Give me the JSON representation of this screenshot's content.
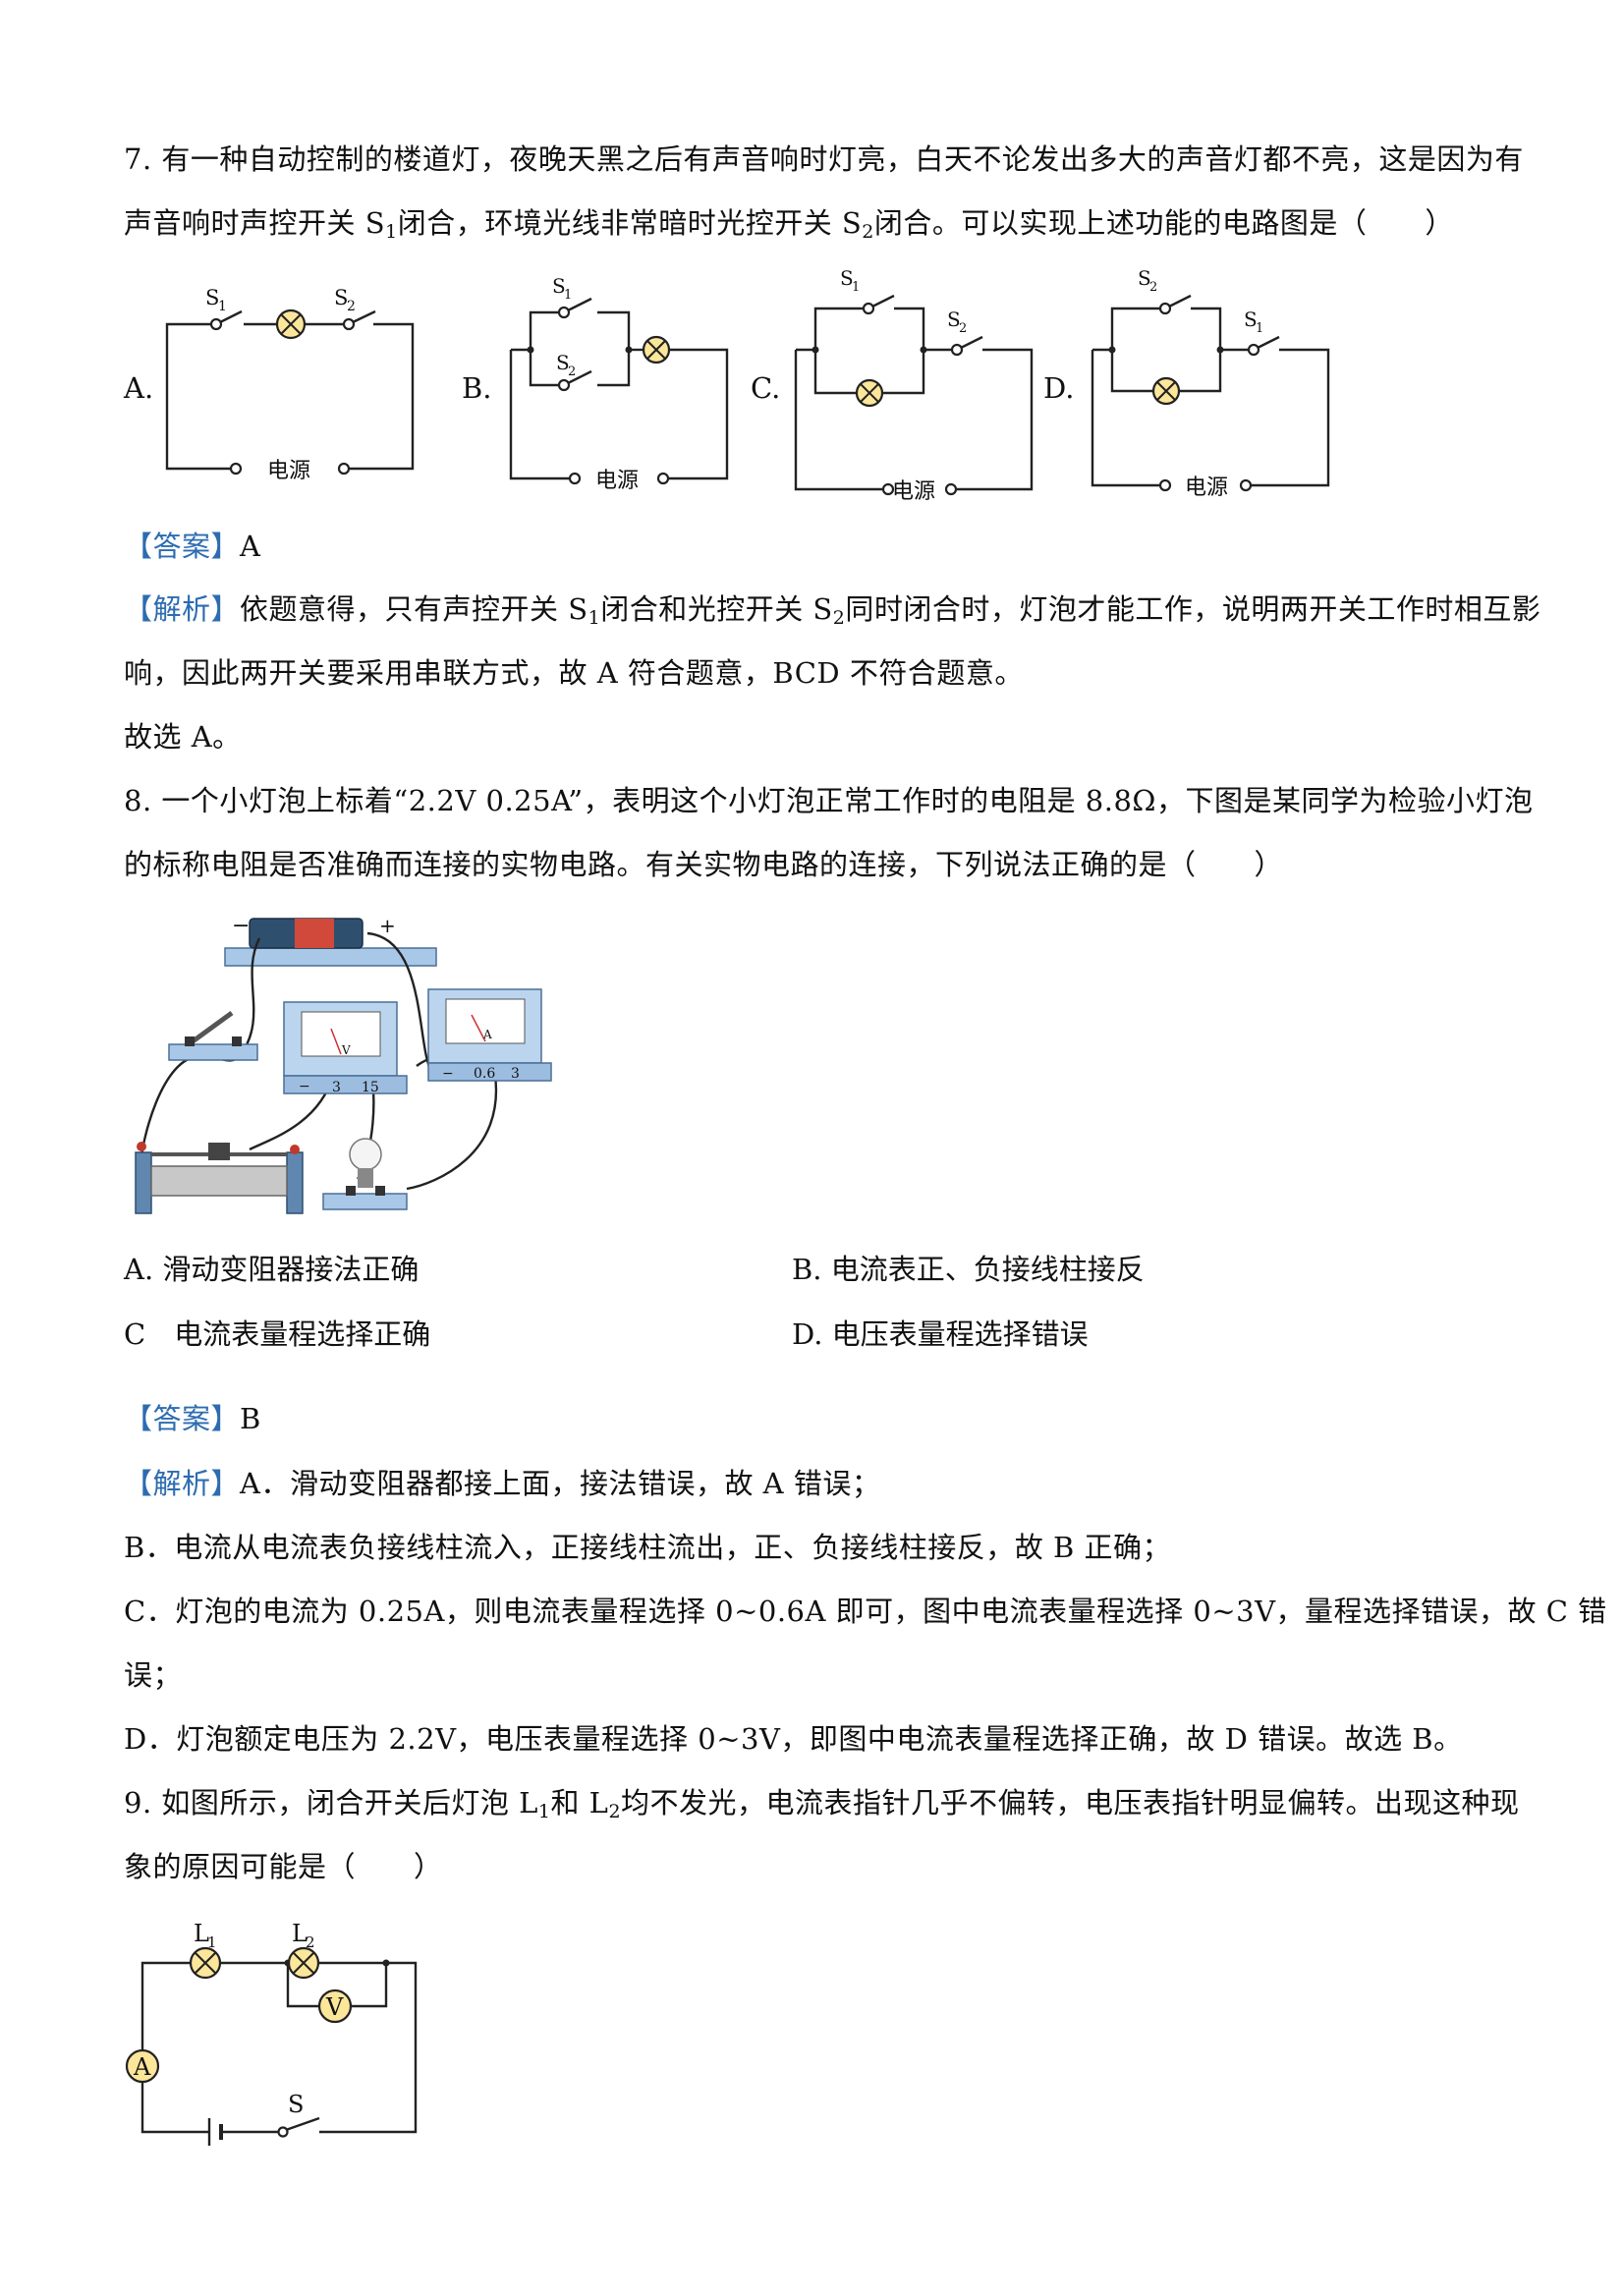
{
  "q7": {
    "line1": "7. 有一种自动控制的楼道灯，夜晚天黑之后有声音响时灯亮，白天不论发出多大的声音灯都不亮，这是因为有",
    "line2_a": "声音响时声控开关 S",
    "line2_b": "闭合，环境光线非常暗时光控开关 S",
    "line2_c": "闭合。可以实现上述功能的电路图是（　　）",
    "sub1": "1",
    "sub2": "2",
    "options": [
      "A.",
      "B.",
      "C.",
      "D."
    ],
    "circuit_label": "电源",
    "switch_s1": "S",
    "switch_s2": "S",
    "answer_tag": "【答案】",
    "answer": "A",
    "analysis_tag": "【解析】",
    "analysis_a": "依题意得，只有声控开关 S",
    "analysis_b": "闭合和光控开关 S",
    "analysis_c": "同时闭合时，灯泡才能工作，说明两开关工作时相互影",
    "analysis_line2": "响，因此两开关要采用串联方式，故 A 符合题意，BCD 不符合题意。",
    "conclusion": "故选 A。"
  },
  "q8": {
    "line1": "8. 一个小灯泡上标着“2.2V 0.25A”，表明这个小灯泡正常工作时的电阻是 8.8Ω，下图是某同学为检验小灯泡",
    "line2": "的标称电阻是否准确而连接的实物电路。有关实物电路的连接，下列说法正确的是（　　）",
    "photo": {
      "battery_minus": "−",
      "battery_plus": "+",
      "voltmeter_symbol": "V",
      "voltmeter_terminals": [
        "−",
        "3",
        "15"
      ],
      "ammeter_symbol": "A",
      "ammeter_terminals": [
        "−",
        "0.6",
        "3"
      ]
    },
    "optA": "A. 滑动变阻器接法正确",
    "optB": "B. 电流表正、负接线柱接反",
    "optC": "C　电流表量程选择正确",
    "optD": "D. 电压表量程选择错误",
    "answer_tag": "【答案】",
    "answer": "B",
    "analysis_tag": "【解析】",
    "analysis_a": "A．滑动变阻器都接上面，接法错误，故 A 错误；",
    "analysis_b": "B．电流从电流表负接线柱流入，正接线柱流出，正、负接线柱接反，故 B 正确；",
    "analysis_c1": "C．灯泡的电流为 0.25A，则电流表量程选择 0~0.6A 即可，图中电流表量程选择 0~3V，量程选择错误，故 C 错",
    "analysis_c2": "误；",
    "analysis_d": "D．灯泡额定电压为 2.2V，电压表量程选择 0~3V，即图中电流表量程选择正确，故 D 错误。故选 B。"
  },
  "q9": {
    "line1_a": "9. 如图所示，闭合开关后灯泡 L",
    "line1_b": "和 L",
    "line1_c": "均不发光，电流表指针几乎不偏转，电压表指针明显偏转。出现这种现",
    "sub1": "1",
    "sub2": "2",
    "line2": "象的原因可能是（　　）",
    "lamp_l": "L",
    "ammeter": "A",
    "voltmeter": "V",
    "switch": "S"
  }
}
